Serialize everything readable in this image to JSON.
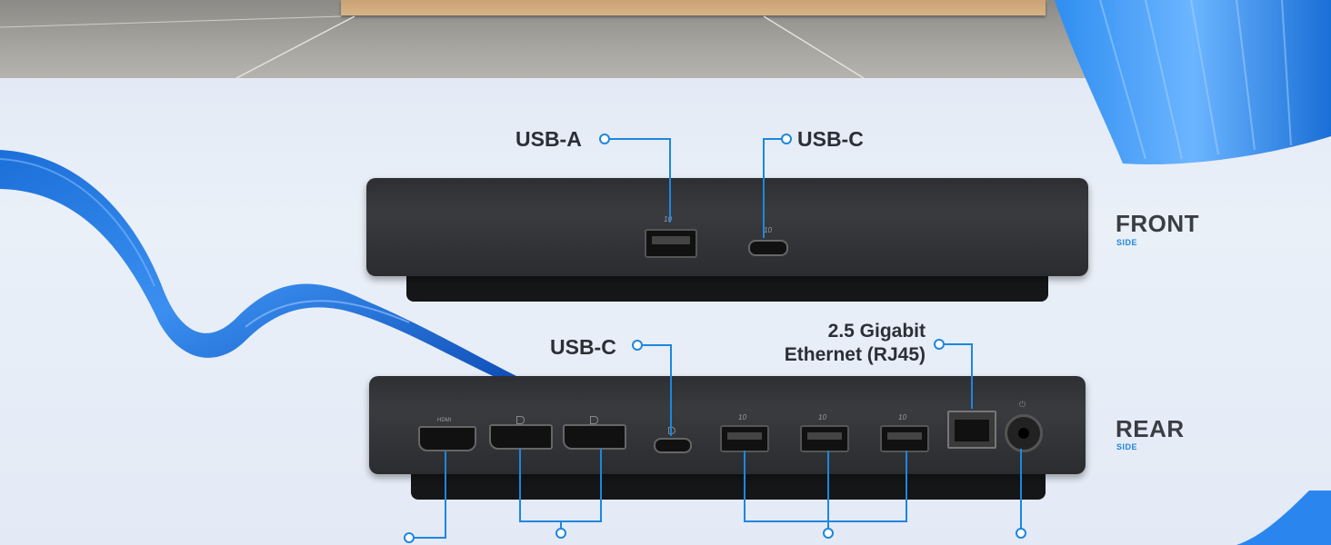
{
  "front": {
    "title": "FRONT",
    "subtitle": "SIDE",
    "callouts": {
      "usb_a": "USB-A",
      "usb_c": "USB-C"
    },
    "port_marks": {
      "usb_a": "10",
      "usb_c": "10"
    }
  },
  "rear": {
    "title": "REAR",
    "subtitle": "SIDE",
    "callouts": {
      "usb_c": "USB-C",
      "ethernet_line1": "2.5 Gigabit",
      "ethernet_line2": "Ethernet (RJ45)"
    },
    "port_marks": {
      "hdmi": "HDMI",
      "usba1": "10",
      "usba2": "10",
      "usba3": "10"
    }
  },
  "colors": {
    "accent": "#1e86e0",
    "label_text": "#2b2f36",
    "dock_body": "#2d2f33"
  }
}
